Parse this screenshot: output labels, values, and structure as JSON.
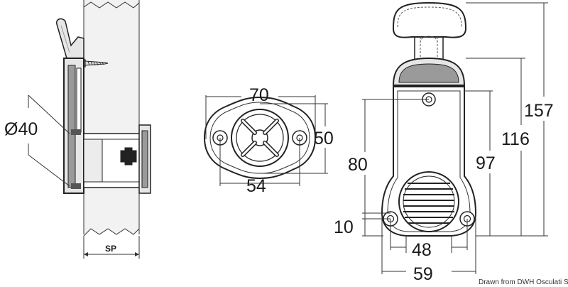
{
  "colors": {
    "line": "#222222",
    "part_fill": "#e6e6e6",
    "part_dark": "#9a9a9a",
    "background": "#ffffff"
  },
  "side_view": {
    "diameter_label": "Ø40",
    "thickness_label": "SP"
  },
  "flange_view": {
    "width_label": "70",
    "height_label": "50",
    "hole_spacing_label": "54"
  },
  "front_view": {
    "total_height_label": "157",
    "height_116_label": "116",
    "height_97_label": "97",
    "height_80_label": "80",
    "bottom_offset_label": "10",
    "hole_spacing_label": "48",
    "base_width_label": "59"
  },
  "credit": "Drawn from DWH Osculati SpA"
}
